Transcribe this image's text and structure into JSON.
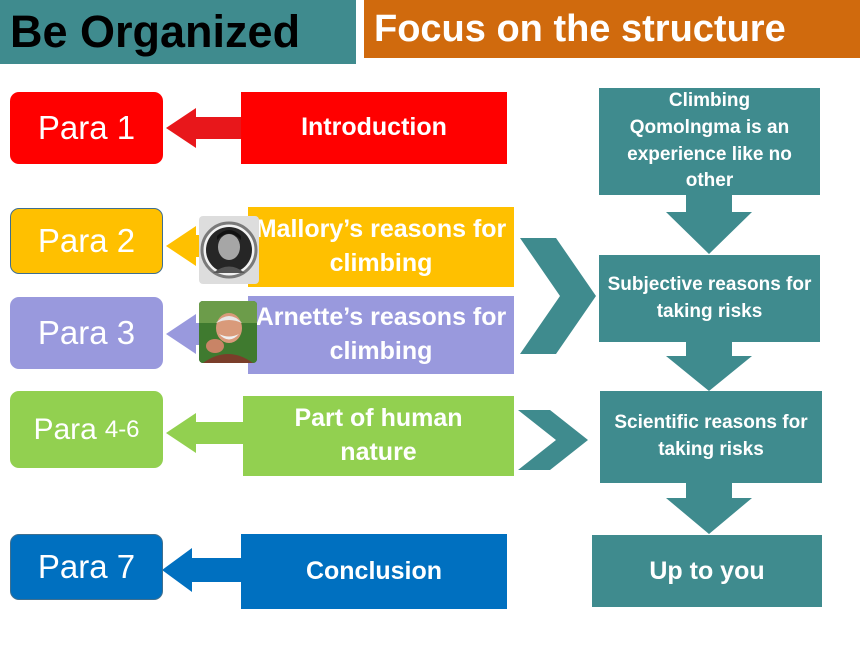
{
  "title_left": "Be Organized",
  "title_right": "Focus on the structure",
  "colors": {
    "teal": "#3f8b8e",
    "orange": "#d06a0d",
    "red": "#ff0000",
    "yellow": "#ffc000",
    "lavender": "#9999dd",
    "green": "#92d050",
    "blue": "#0070c0"
  },
  "paras": [
    {
      "label": "Para 1",
      "topic": "Introduction"
    },
    {
      "label": "Para 2",
      "topic": "Mallory’s reasons for climbing"
    },
    {
      "label": "Para 3",
      "topic": "Arnette’s reasons for climbing"
    },
    {
      "label_main": "Para",
      "label_sub": "4-6",
      "topic": "Part of human nature"
    },
    {
      "label": "Para 7",
      "topic": "Conclusion"
    }
  ],
  "flow": [
    "Climbing Qomolngma is an experience like no other",
    "Subjective reasons for taking risks",
    "Scientific reasons for taking risks",
    "Up to you"
  ],
  "icons": [
    "arrow-left-icon",
    "chevron-right-icon",
    "arrow-down-icon",
    "mallory-portrait",
    "arnette-portrait"
  ]
}
